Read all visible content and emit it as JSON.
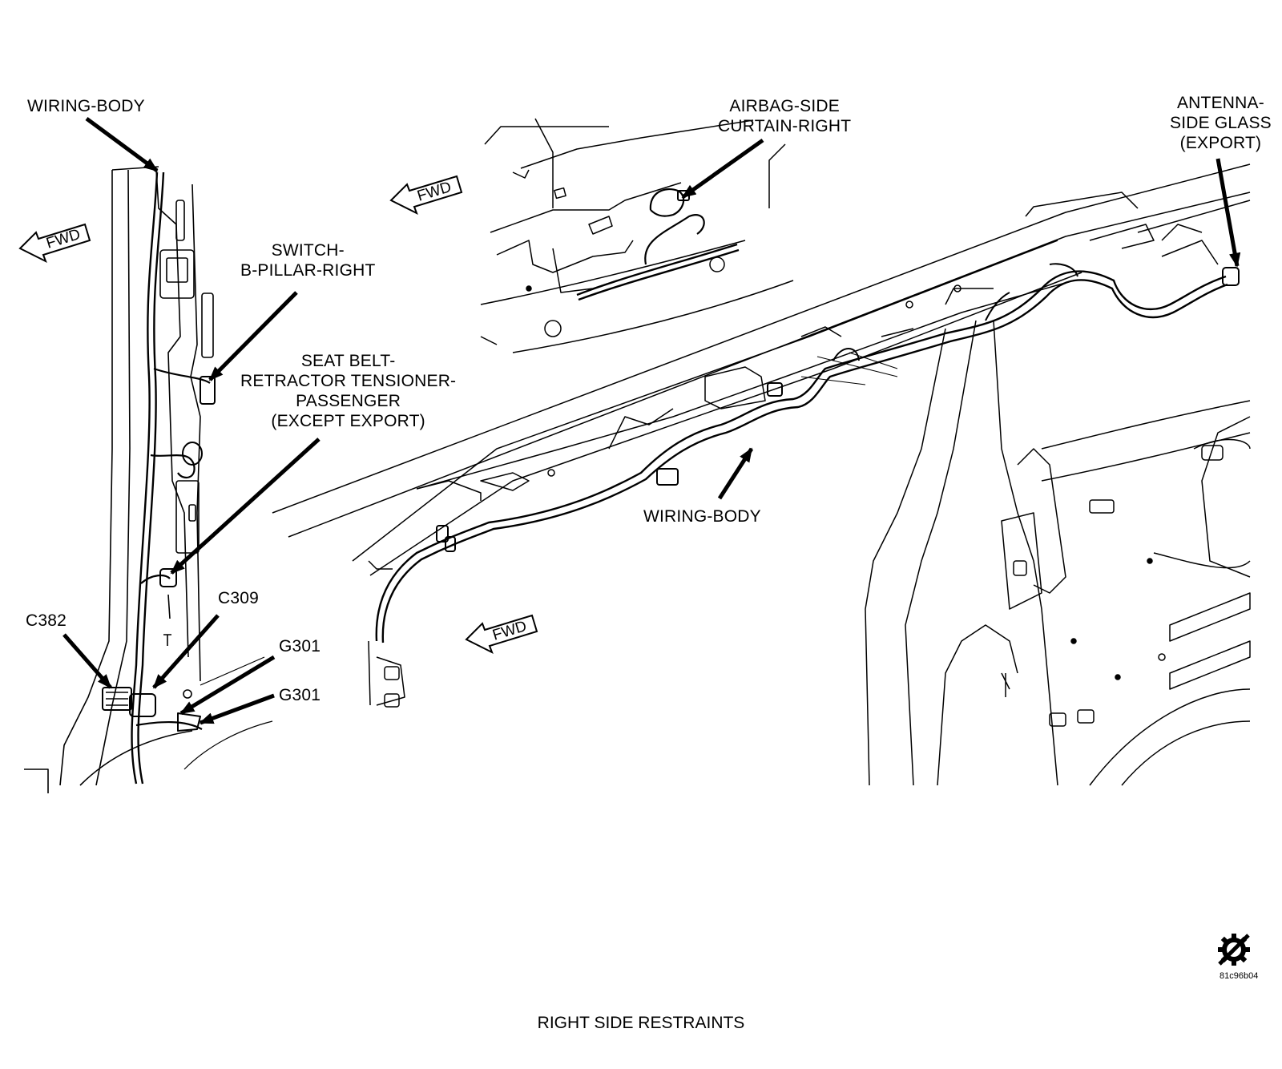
{
  "labels": {
    "wiring_body_top": [
      "WIRING-BODY"
    ],
    "switch_b_pillar": [
      "SWITCH-",
      "B-PILLAR-RIGHT"
    ],
    "seat_belt": [
      "SEAT BELT-",
      "RETRACTOR TENSIONER-",
      "PASSENGER",
      "(EXCEPT EXPORT)"
    ],
    "airbag": [
      "AIRBAG-SIDE",
      "CURTAIN-RIGHT"
    ],
    "antenna": [
      "ANTENNA-",
      "SIDE GLASS",
      "(EXPORT)"
    ],
    "wiring_body_mid": [
      "WIRING-BODY"
    ],
    "c382": [
      "C382"
    ],
    "c309": [
      "C309"
    ],
    "g301_a": [
      "G301"
    ],
    "g301_b": [
      "G301"
    ]
  },
  "fwd_text": "FWD",
  "caption": "RIGHT SIDE RESTRAINTS",
  "figure_code": "81c96b04",
  "logo_icon": "gear-slash-icon"
}
